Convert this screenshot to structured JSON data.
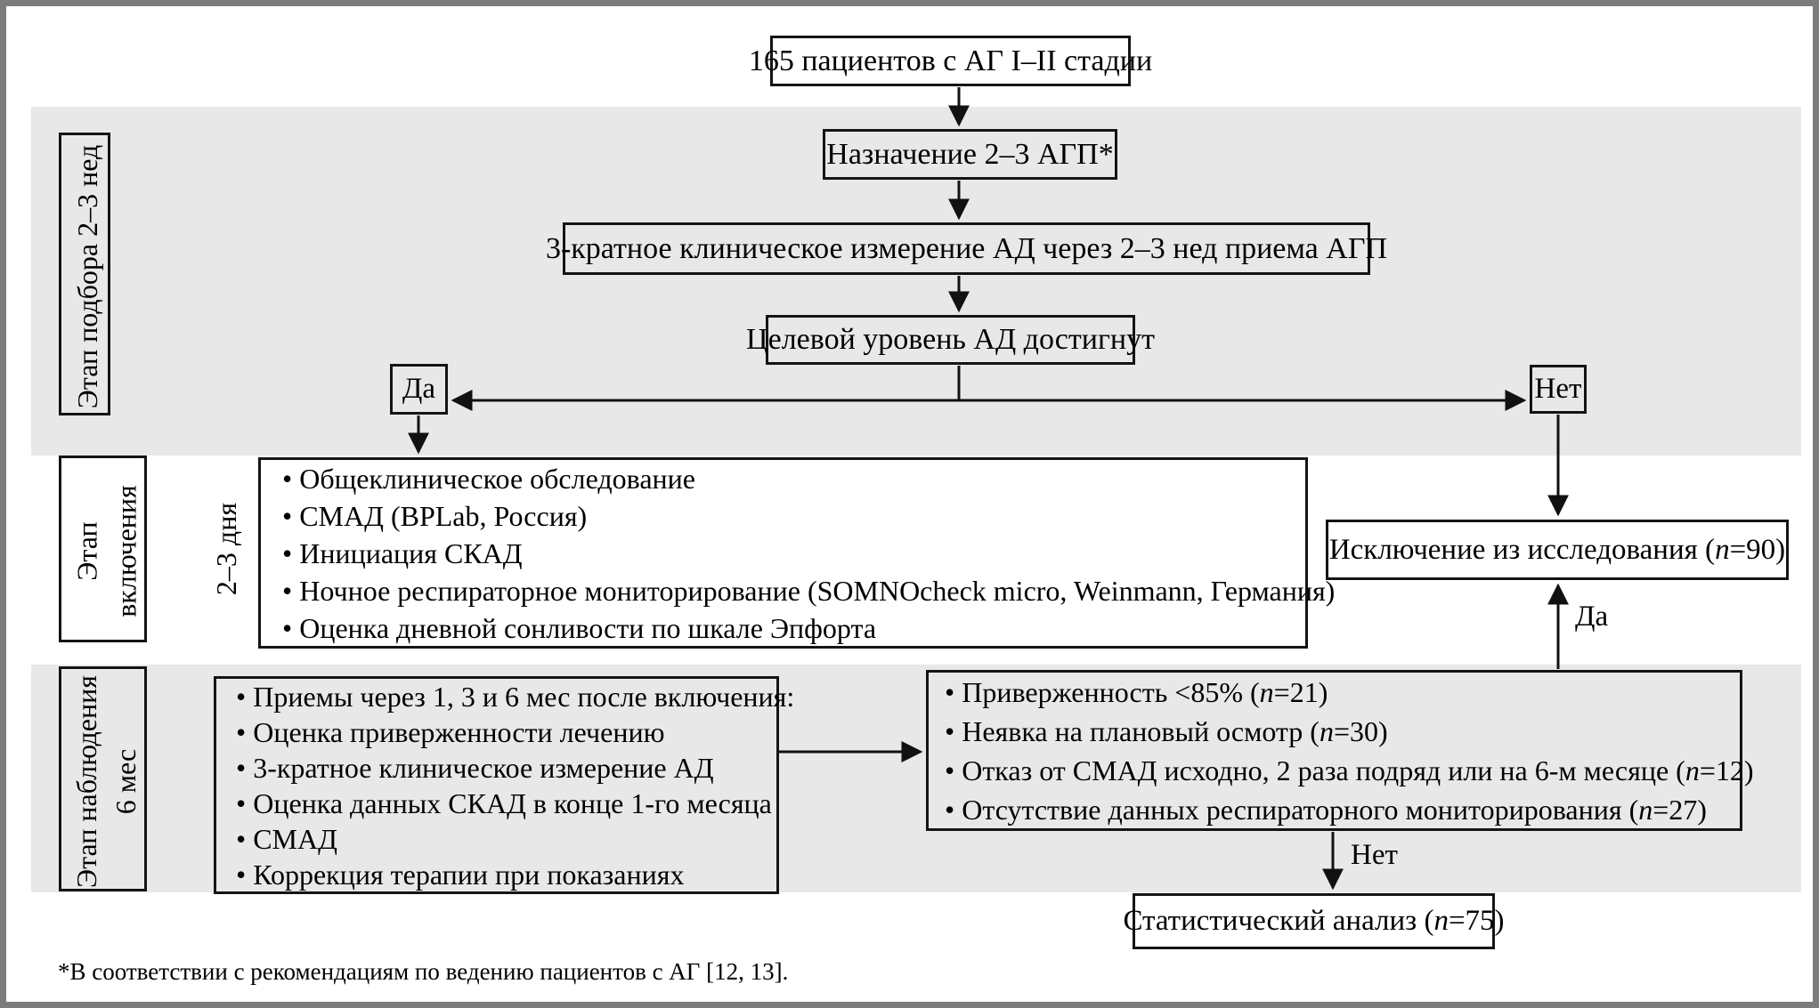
{
  "stages": [
    {
      "line1": "Этап подбора 2–3 нед",
      "line2": ""
    },
    {
      "line1": "Этап",
      "line2": "включения"
    },
    {
      "line1": "Этап наблюдения",
      "line2": "6 мес"
    }
  ],
  "flow": {
    "patients": "165 пациентов с АГ I–II стадии",
    "assign": "Назначение 2–3 АГП*",
    "measure": "3-кратное клиническое измерение АД через 2–3 нед приема АГП",
    "target": "Целевой уровень АД достигнут",
    "yes": "Да",
    "no": "Нет",
    "duration": "2–3 дня"
  },
  "inclusion": {
    "items": [
      "Общеклиническое обследование",
      "СМАД (BPLab, Россия)",
      "Инициация СКАД",
      "Ночное респираторное мониторирование (SOMNOcheck micro, Weinmann, Германия)",
      "Оценка дневной сонливости по шкале Эпфорта"
    ]
  },
  "exclusion": {
    "pre": "Исключение из исследования (",
    "var": "n",
    "post": "=90)"
  },
  "followup": {
    "items": [
      "Приемы через 1, 3 и 6 мес после включения:",
      "Оценка приверженности лечению",
      "3-кратное клиническое измерение АД",
      "Оценка данных СКАД в конце 1-го месяца",
      "СМАД",
      "Коррекция терапии при показаниях"
    ]
  },
  "dropout": {
    "items": [
      {
        "pre": "Приверженность <85% (",
        "var": "n",
        "post": "=21)"
      },
      {
        "pre": "Неявка на плановый осмотр (",
        "var": "n",
        "post": "=30)"
      },
      {
        "pre": "Отказ от СМАД исходно, 2 раза подряд или на 6-м месяце (",
        "var": "n",
        "post": "=12)"
      },
      {
        "pre": "Отсутствие данных респираторного мониторирования (",
        "var": "n",
        "post": "=27)"
      }
    ]
  },
  "stat": {
    "pre": "Статистический анализ (",
    "var": "n",
    "post": "=75)"
  },
  "edge_labels": {
    "yes_to_exclusion": "Да",
    "no_to_stat": "Нет"
  },
  "footnote": "*В соответствии с рекомендациям по ведению пациентов с АГ [12, 13].",
  "colors": {
    "band": "#e8e8e8",
    "frame": "#7c7c7c",
    "line": "#111111",
    "boxborder": "#141414"
  }
}
